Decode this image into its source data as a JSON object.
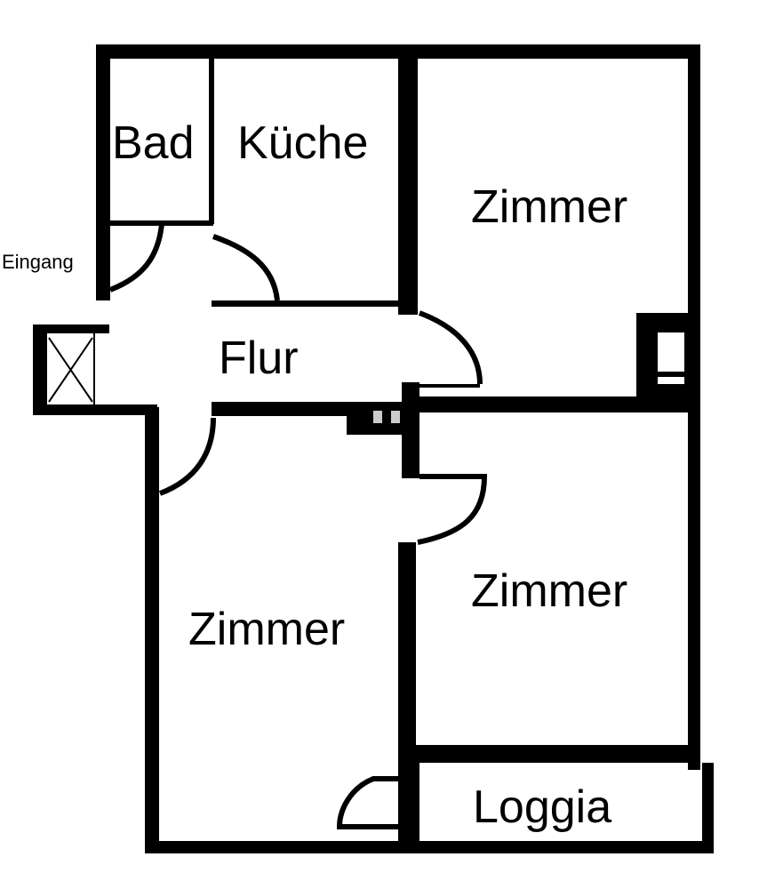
{
  "plan": {
    "rooms": {
      "bad": "Bad",
      "kueche": "Küche",
      "zimmer_top_right": "Zimmer",
      "flur": "Flur",
      "zimmer_bottom_left": "Zimmer",
      "zimmer_mid_right": "Zimmer",
      "loggia": "Loggia"
    },
    "entrance_label": "Eingang"
  },
  "colors": {
    "wall": "#000000",
    "background": "#ffffff"
  }
}
